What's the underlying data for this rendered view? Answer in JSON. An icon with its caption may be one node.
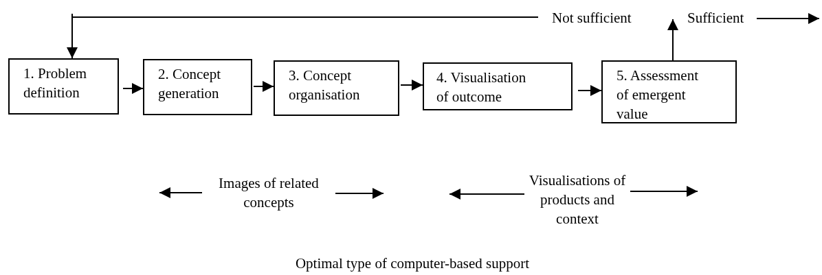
{
  "diagram": {
    "caption": "Optimal type of computer-based support",
    "nodes": [
      {
        "text": [
          "1. Problem definition"
        ]
      },
      {
        "text": [
          "2. Concept generation"
        ]
      },
      {
        "text": [
          "3. Concept organisation"
        ]
      },
      {
        "text": [
          "4. Visualisation of outcome"
        ]
      },
      {
        "text": [
          "5. Assessment of emergent value"
        ]
      },
      {
        "text": [
          "Not sufficient"
        ]
      },
      {
        "text": [
          "Sufficient"
        ]
      },
      {
        "text": [
          "Images of related concepts"
        ]
      },
      {
        "text": [
          "Visualisations of products and context"
        ]
      }
    ],
    "edges": [
      {
        "from": 0,
        "to": 1,
        "arrow": "to"
      },
      {
        "from": 1,
        "to": 2,
        "arrow": "to"
      },
      {
        "from": 2,
        "to": 3,
        "arrow": "to"
      },
      {
        "from": 3,
        "to": 4,
        "arrow": "to"
      },
      {
        "from": 4,
        "to": 6,
        "arrow": "to"
      },
      {
        "from": 5,
        "to": 0,
        "arrow": "to"
      },
      {
        "from": 6,
        "to": null,
        "arrow": "to"
      },
      {
        "from": 7,
        "to": null,
        "arrow": "to"
      },
      {
        "from": 7,
        "to": null,
        "arrow": "to"
      },
      {
        "from": 8,
        "to": null,
        "arrow": "to"
      },
      {
        "from": 8,
        "to": null,
        "arrow": "to"
      }
    ]
  }
}
